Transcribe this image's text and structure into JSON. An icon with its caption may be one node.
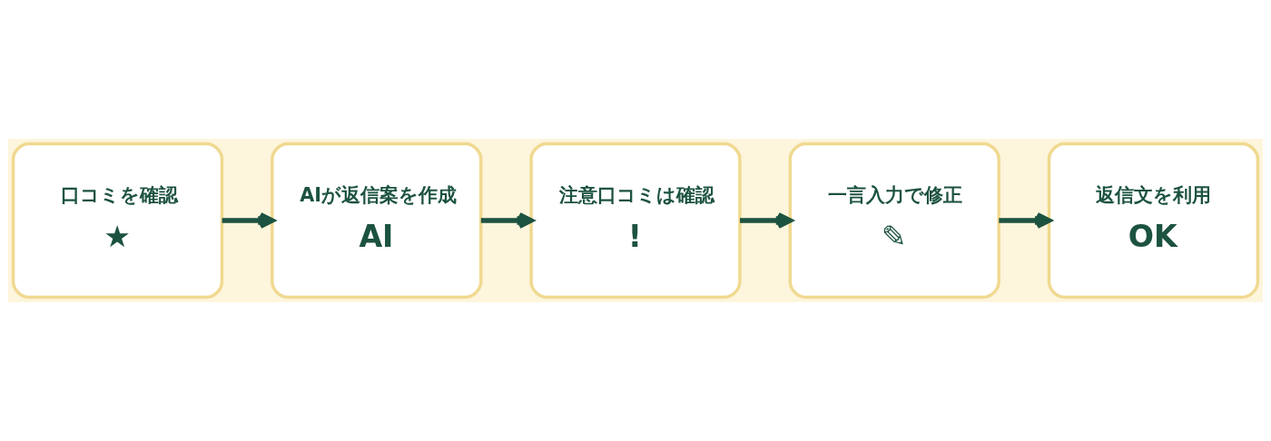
{
  "diagram": {
    "nodes": [
      {
        "text": [
          "口コミを確認",
          "★"
        ]
      },
      {
        "text": [
          "AIが返信案を作成",
          "AI"
        ]
      },
      {
        "text": [
          "注意口コミは確認",
          "!"
        ]
      },
      {
        "text": [
          "一言入力で修正",
          "✎"
        ]
      },
      {
        "text": [
          "返信文を利用",
          "OK"
        ]
      }
    ],
    "edges": [
      {
        "from": 0,
        "to": 1,
        "arrow": "to"
      },
      {
        "from": 1,
        "to": 2,
        "arrow": "to"
      },
      {
        "from": 2,
        "to": 3,
        "arrow": "to"
      },
      {
        "from": 3,
        "to": 4,
        "arrow": "to"
      }
    ]
  }
}
